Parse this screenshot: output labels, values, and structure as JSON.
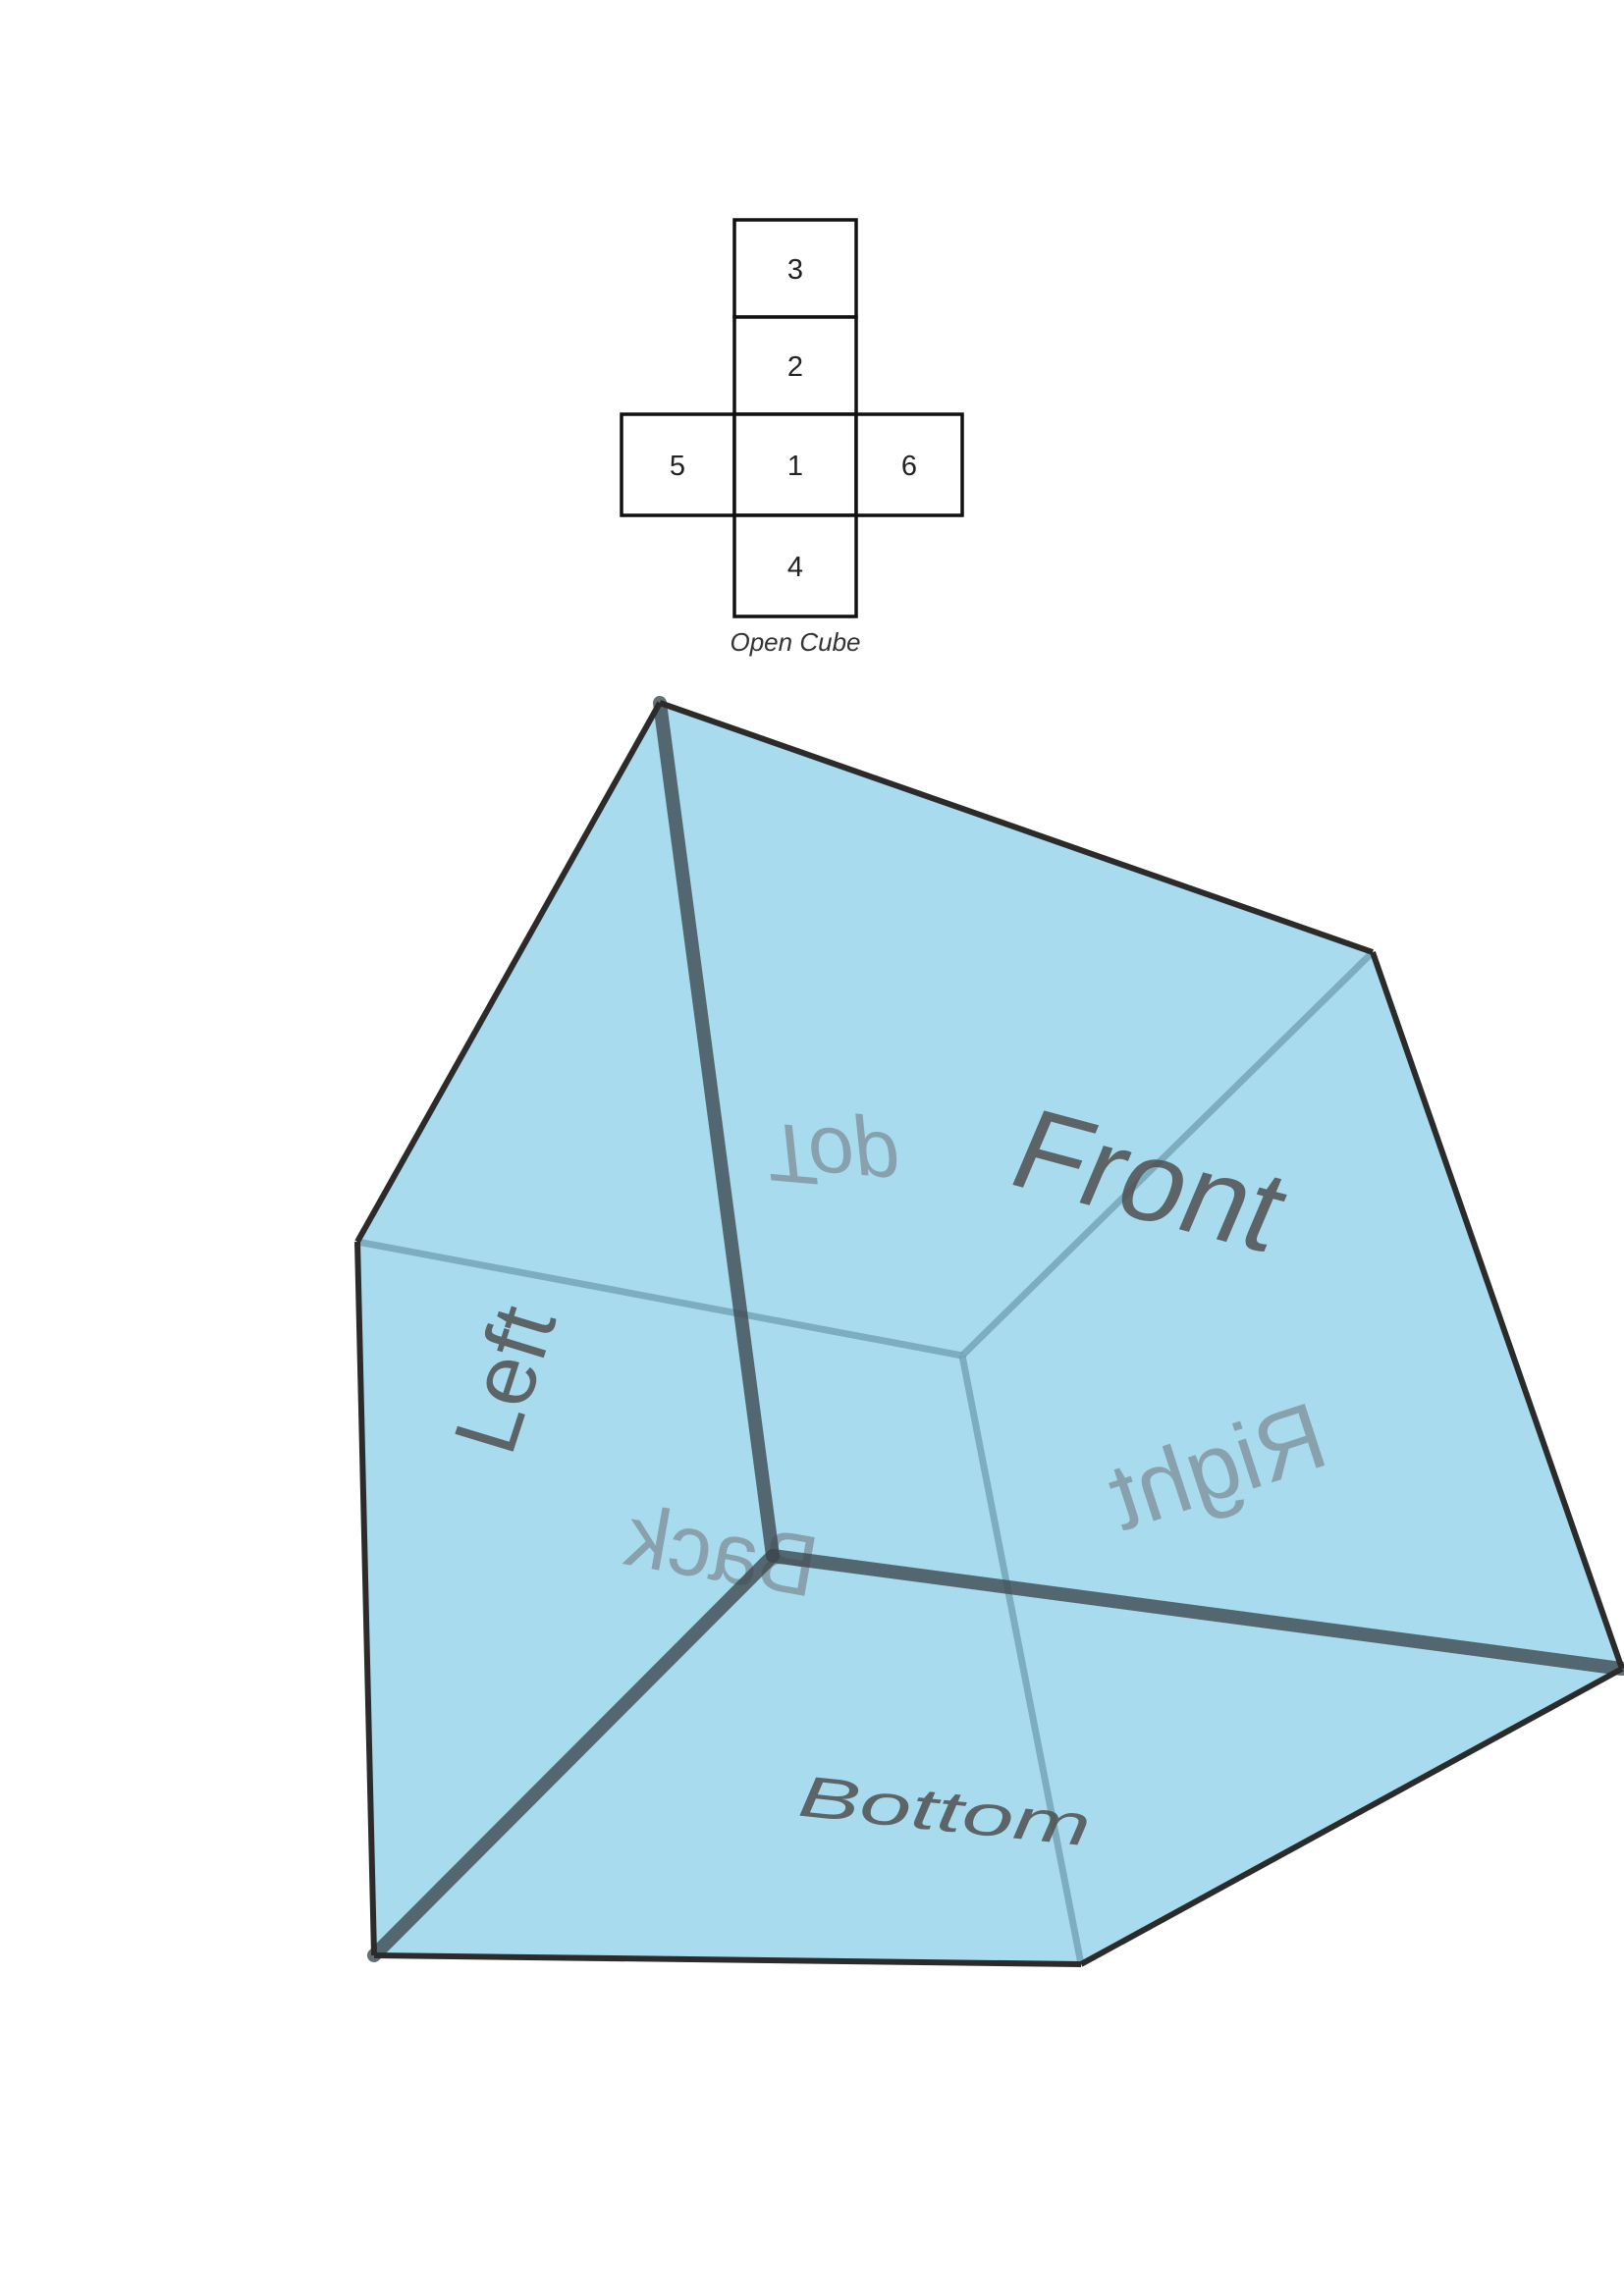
{
  "net": {
    "cells": [
      "3",
      "2",
      "5",
      "1",
      "6",
      "4"
    ],
    "caption": "Open Cube"
  },
  "cube": {
    "fill_color": "#a8dbee",
    "edge_color": "#2b2b2b",
    "hidden_edge_color": "#6f9fb0",
    "label_color": "#4f4f4f",
    "faded_label_color": "#7d8e96",
    "faces": {
      "front": "Front",
      "top": "Top",
      "left": "Left",
      "right": "Right",
      "back": "Back",
      "bottom": "Bottom"
    }
  }
}
